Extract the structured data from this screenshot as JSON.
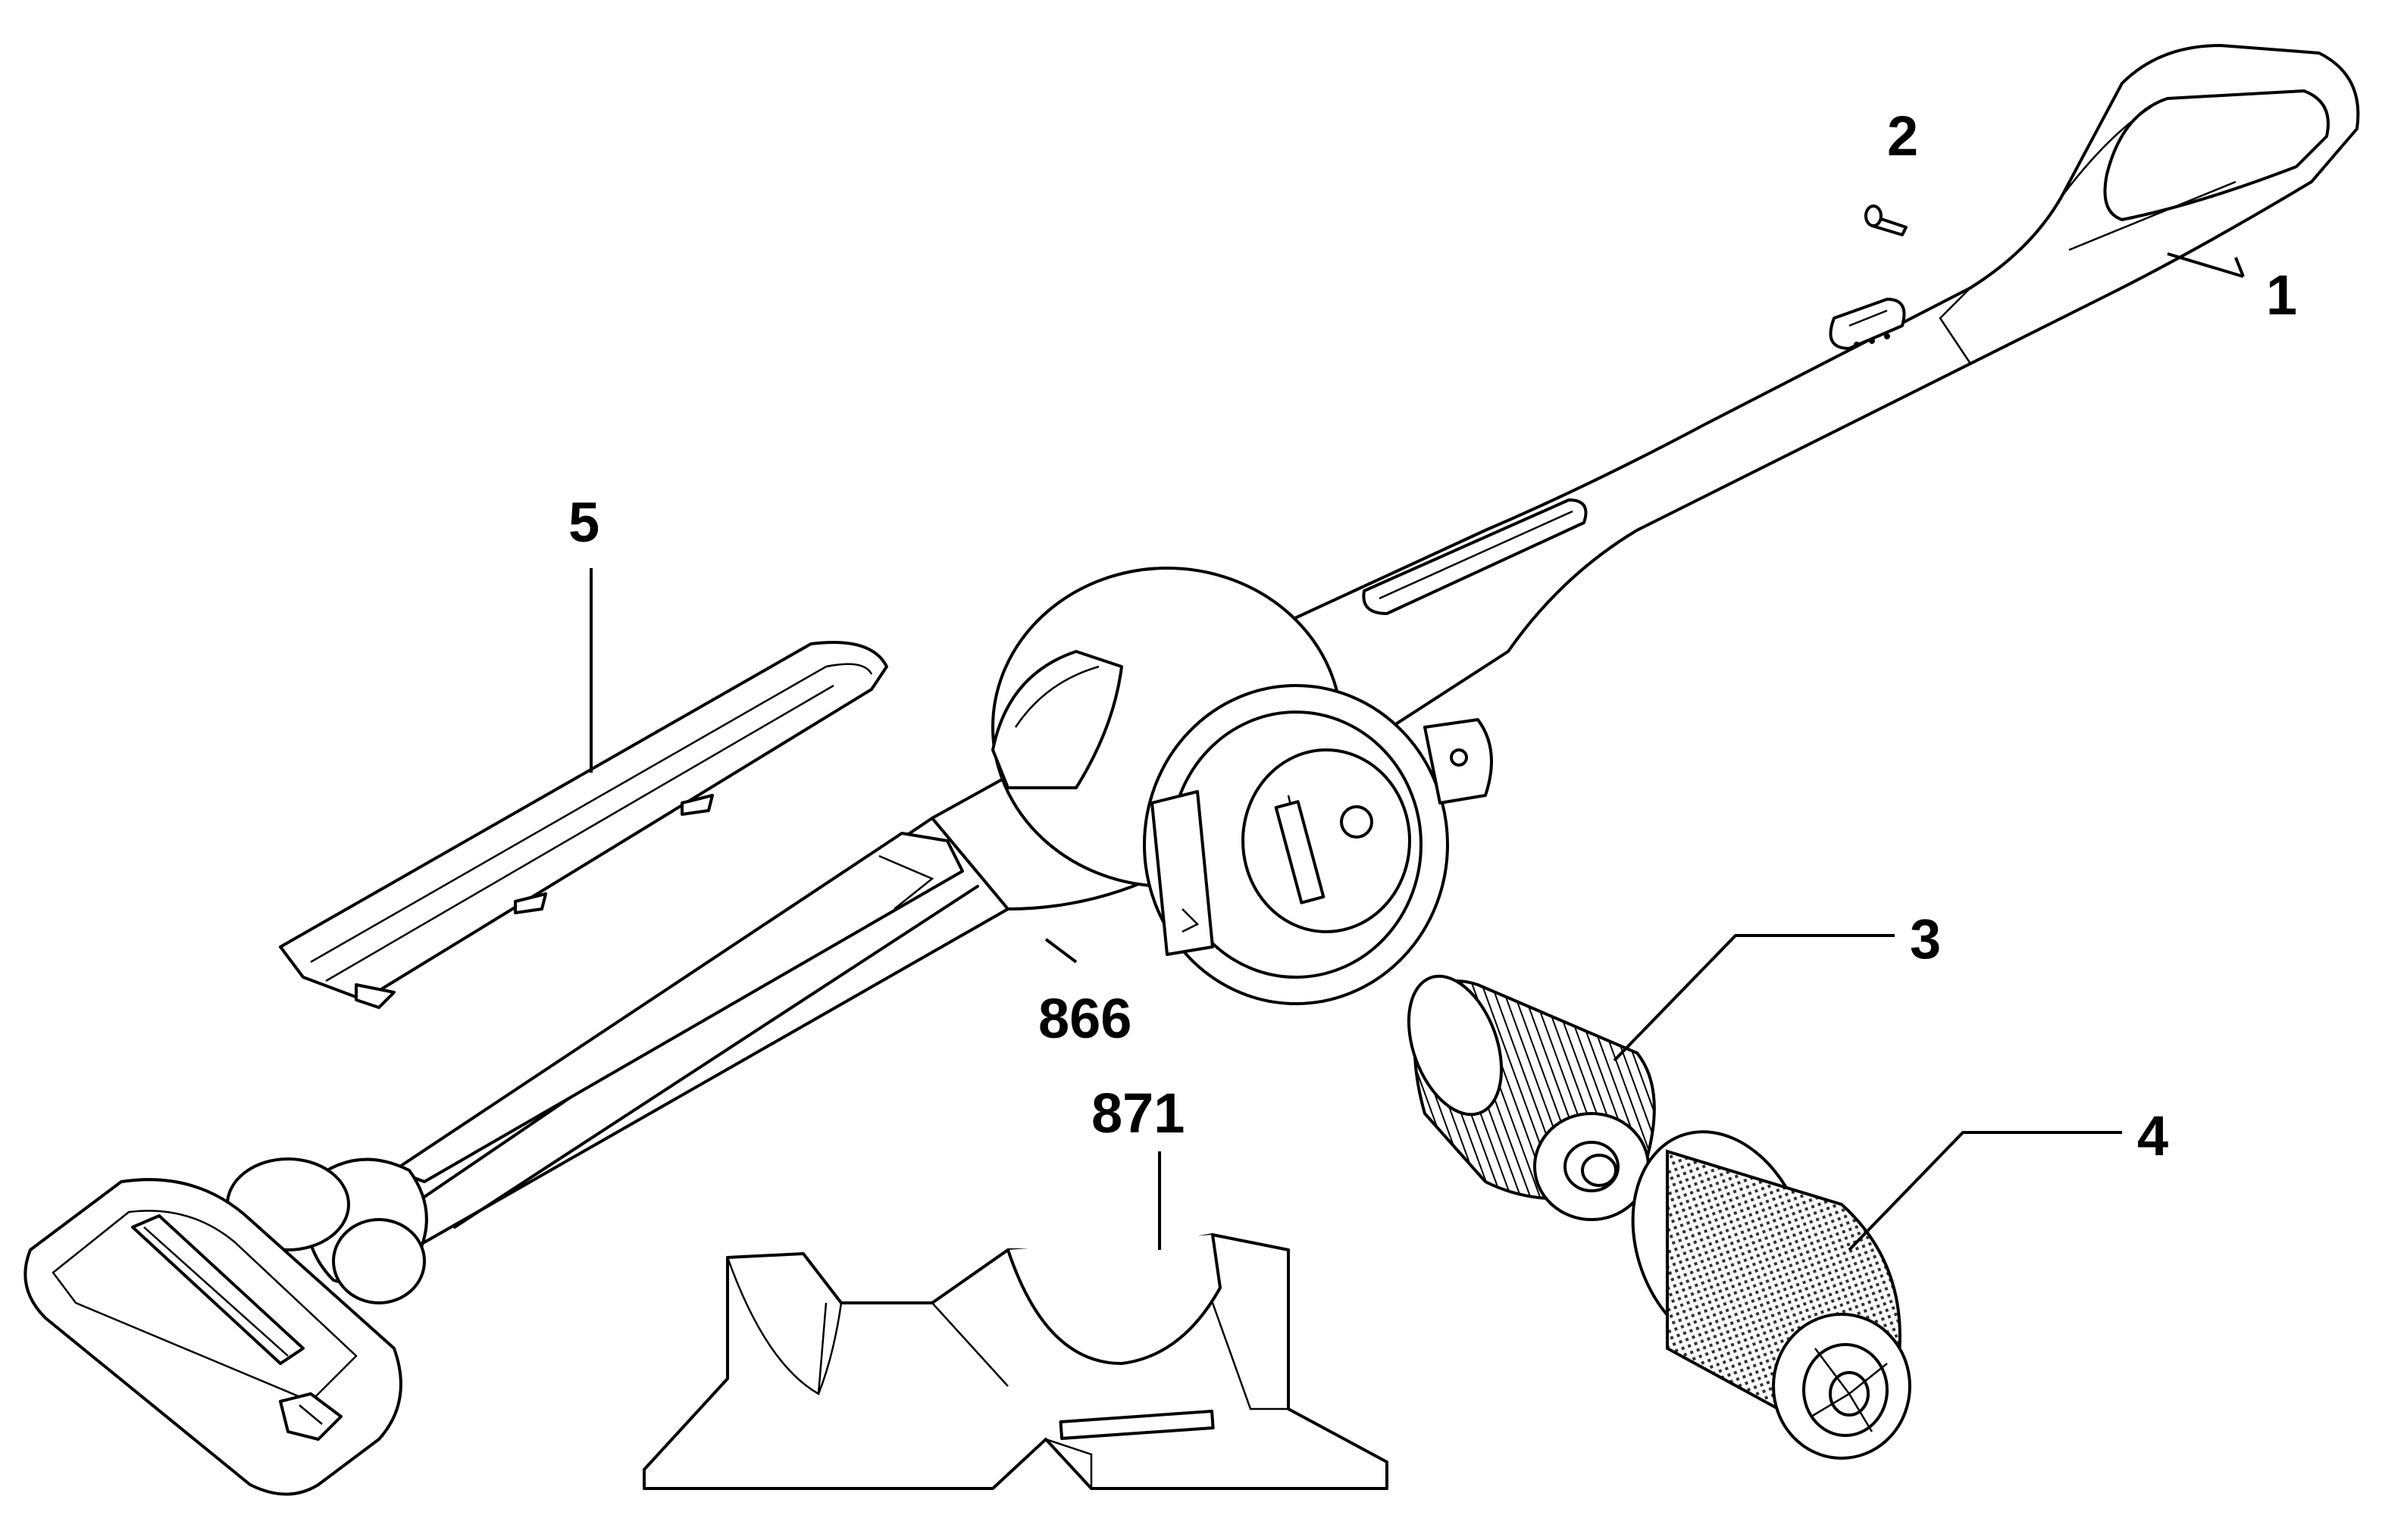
{
  "callouts": {
    "c1": "1",
    "c2": "2",
    "c3": "3",
    "c4": "4",
    "c5": "5",
    "c866": "866",
    "c871": "871"
  },
  "parts": [
    {
      "id": "1",
      "name": "handle-body"
    },
    {
      "id": "2",
      "name": "screw"
    },
    {
      "id": "3",
      "name": "pleated-filter"
    },
    {
      "id": "4",
      "name": "mesh-filter"
    },
    {
      "id": "5",
      "name": "crevice-tool"
    },
    {
      "id": "866",
      "name": "main-housing"
    },
    {
      "id": "871",
      "name": "charging-base"
    }
  ]
}
